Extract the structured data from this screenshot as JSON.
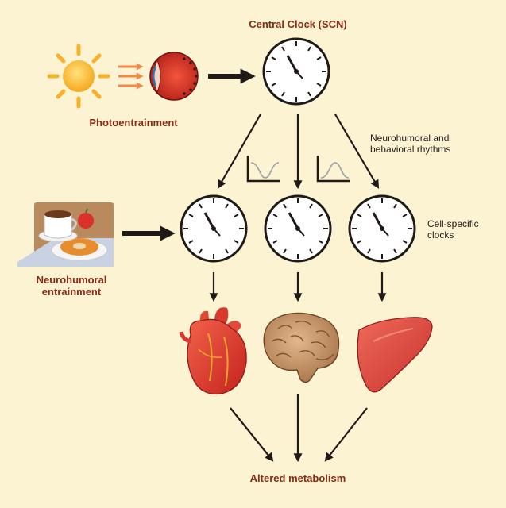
{
  "labels": {
    "central_clock": "Central Clock (SCN)",
    "photoentrainment": "Photoentrainment",
    "neurohumoral_behavioral_line1": "Neurohumoral and",
    "neurohumoral_behavioral_line2": "behavioral rhythms",
    "cell_specific_line1": "Cell-specific",
    "cell_specific_line2": "clocks",
    "neurohumoral_entrainment_line1": "Neurohumoral",
    "neurohumoral_entrainment_line2": "entrainment",
    "altered_metabolism": "Altered metabolism"
  },
  "icons": [
    "sun-icon",
    "light-rays-icon",
    "eye-icon",
    "clock-icon",
    "breakfast-icon",
    "heart-icon",
    "brain-icon",
    "liver-icon",
    "rhythm-curve-icon"
  ],
  "colors": {
    "background": "#fbf3d1",
    "label_brown": "#8a2b14",
    "arrow": "#1f1a17",
    "sun": "#f7b12a",
    "organ_red": "#d9302a",
    "brain": "#c9986a"
  }
}
